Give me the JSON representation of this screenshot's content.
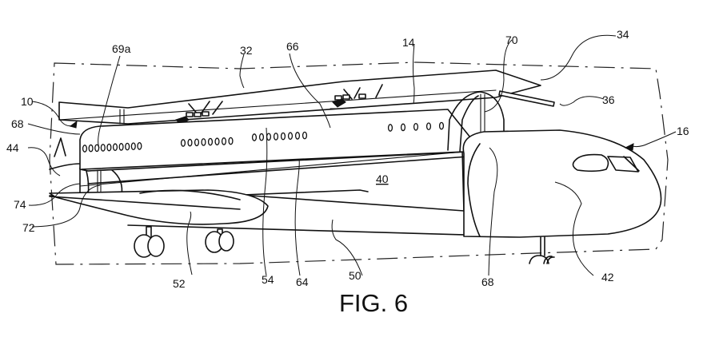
{
  "figure": {
    "caption": "FIG. 6",
    "subject": "aircraft with detachable cabin module"
  },
  "labels": {
    "l10": "10",
    "l14": "14",
    "l16": "16",
    "l32": "32",
    "l34": "34",
    "l36": "36",
    "l40": "40",
    "l42": "42",
    "l44": "44",
    "l50": "50",
    "l52": "52",
    "l54": "54",
    "l64": "64",
    "l66": "66",
    "l68a": "68",
    "l68b": "68",
    "l69a": "69a",
    "l70": "70",
    "l72": "72",
    "l74": "74"
  },
  "windows": {
    "rear_group": 10,
    "middle_group_1": 8,
    "middle_group_2": 8,
    "front_group": 5
  }
}
